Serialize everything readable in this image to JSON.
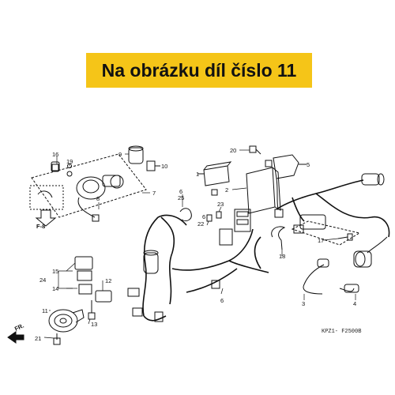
{
  "banner": {
    "text": "Na obrázku díl číslo 11"
  },
  "diagram": {
    "part_numbers": {
      "p1": "1",
      "p2": "2",
      "p3": "3",
      "p4": "4",
      "p5": "5",
      "p6a": "6",
      "p6b": "6",
      "p7": "7",
      "p8": "8",
      "p9": "9",
      "p10": "10",
      "p11": "11",
      "p12": "12",
      "p13": "13",
      "p14": "14",
      "p15": "15",
      "p16": "16",
      "p17": "17",
      "p18": "18",
      "p19": "19",
      "p20": "20",
      "p21": "21",
      "p22": "22",
      "p23": "23",
      "p24": "24",
      "p25": "25"
    },
    "ref_label": "F-8",
    "front_label": "FR.",
    "code": "KPZ1- F2500B"
  }
}
